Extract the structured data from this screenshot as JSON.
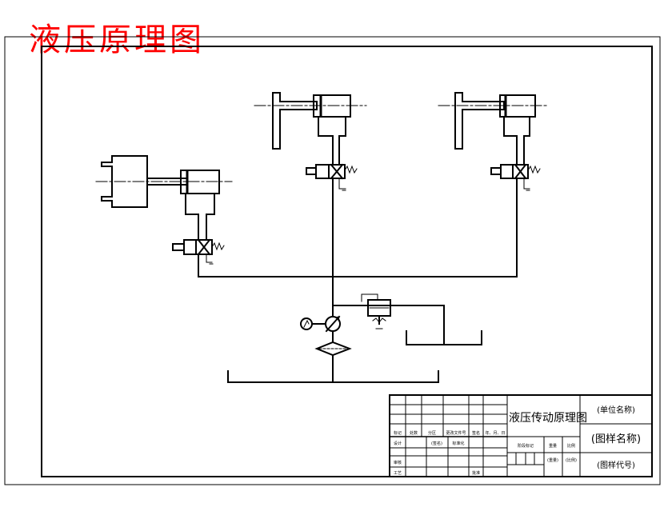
{
  "heading": "液压原理图",
  "title_block": {
    "drawing_title": "液压传动原理图",
    "unit_name": "(单位名称)",
    "drawing_name": "(图样名称)",
    "drawing_code": "(图样代号)",
    "row_labels": {
      "mark": "标记",
      "count": "处数",
      "zone": "分区",
      "change_doc": "更改文件号",
      "signature": "签名",
      "date": "年、月、日",
      "design": "设计",
      "sign": "(签名)",
      "standardization": "标准化",
      "review": "审核",
      "process": "工艺",
      "approve": "批准",
      "stage_mark": "阶段标记",
      "weight": "重量",
      "scale": "比例",
      "weight_val": "(重量)",
      "scale_val": "(比例)"
    }
  },
  "colors": {
    "heading": "#ff0000",
    "line": "#000000"
  }
}
